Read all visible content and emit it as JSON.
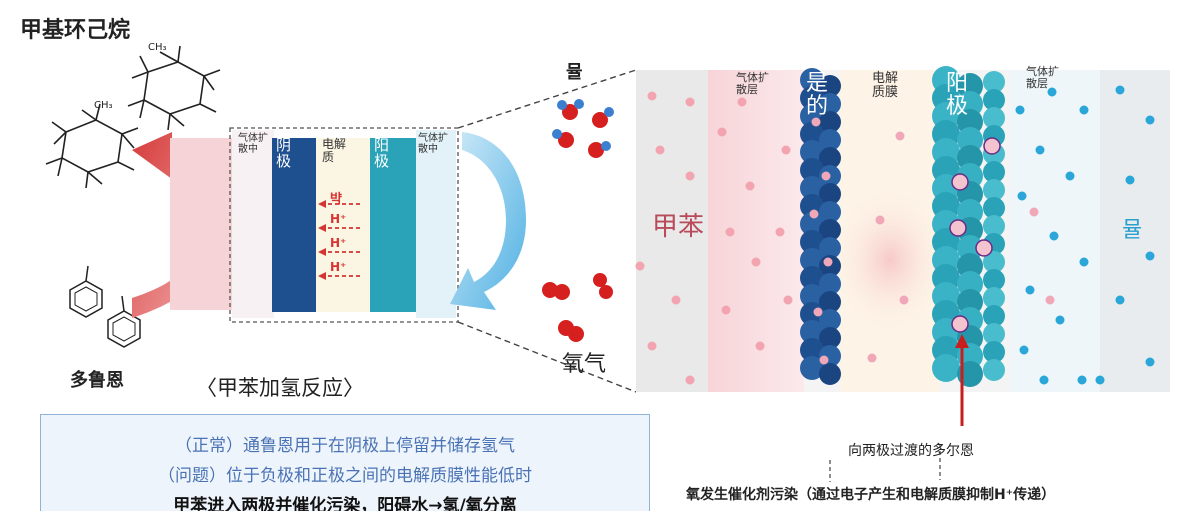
{
  "title": "甲基环己烷",
  "left_diagram": {
    "toluene_label": "多鲁恩",
    "caption": "〈甲苯加氢反应〉",
    "oxygen_label": "氧气",
    "water_label": "뮬",
    "methyl_label": "CH₃",
    "layers": {
      "gas_diffusion_left": "气体扩散中",
      "cathode": "阴极",
      "electrolyte": "电解质",
      "anode": "阳极",
      "gas_diffusion_right": "气体扩散中"
    },
    "h_plus_labels": [
      "뱍",
      "H⁺",
      "H⁺",
      "H⁺"
    ]
  },
  "right_diagram": {
    "toluene_label": "甲苯",
    "water_label": "뮬",
    "gas_layer_left": "气体扩散层",
    "cathode_label": "是的",
    "membrane_label": "电解质膜",
    "anode_label": "阳极",
    "gas_layer_right": "气体扩散层",
    "pointer_label": "向两极过渡的多尔恩",
    "bottom_label": "氧发生催化剂污染（通过电子产生和电解质膜抑制H⁺传递）"
  },
  "info_box": {
    "line1": "（正常）通鲁恩用于在阴极上停留并储存氢气",
    "line2": "（问题）位于负极和正极之间的电解质膜性能低时",
    "line3": "甲苯进入两极并催化污染，阳碍水→氢/氧分离"
  },
  "colors": {
    "red_arrow": "#d84a4a",
    "blue_arrow": "#5bb7e6",
    "cathode_dark": "#1e4f8e",
    "anode_teal": "#2aa3b8",
    "h_plus_red": "#d63333",
    "info_text_blue": "#4a73b5"
  }
}
